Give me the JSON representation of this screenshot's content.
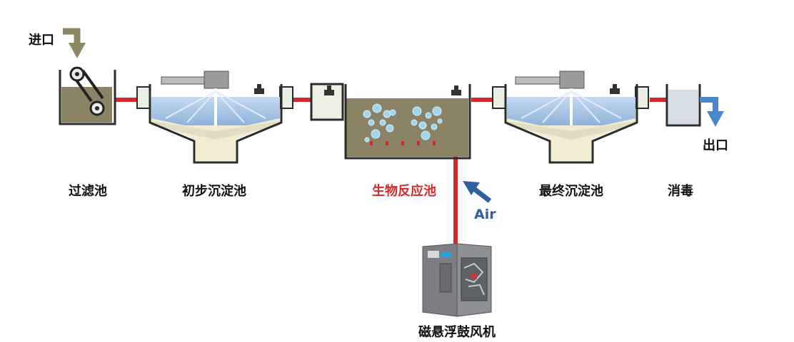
{
  "labels": {
    "inlet": "进口",
    "outlet": "出口",
    "filter_tank": "过滤池",
    "primary_settling": "初步沉淀池",
    "bioreactor": "生物反应池",
    "final_settling": "最终沉淀池",
    "disinfection": "消毒",
    "air": "Air",
    "blower": "磁悬浮鼓风机"
  },
  "colors": {
    "pipe": "#d42a2a",
    "water": "#a9c6e6",
    "sludge": "#8a8366",
    "tank_outline": "#2b2b2b",
    "air_arrow": "#2f5f9f",
    "inlet_arrow": "#8d8763",
    "outlet_arrow": "#4a86c8",
    "highlight_label": "#d22b2b"
  },
  "icons": {
    "inlet": "down-arrow-icon",
    "outlet": "down-arrow-icon",
    "air": "arrow-up-left-icon",
    "blower": "blower-machine-icon"
  }
}
